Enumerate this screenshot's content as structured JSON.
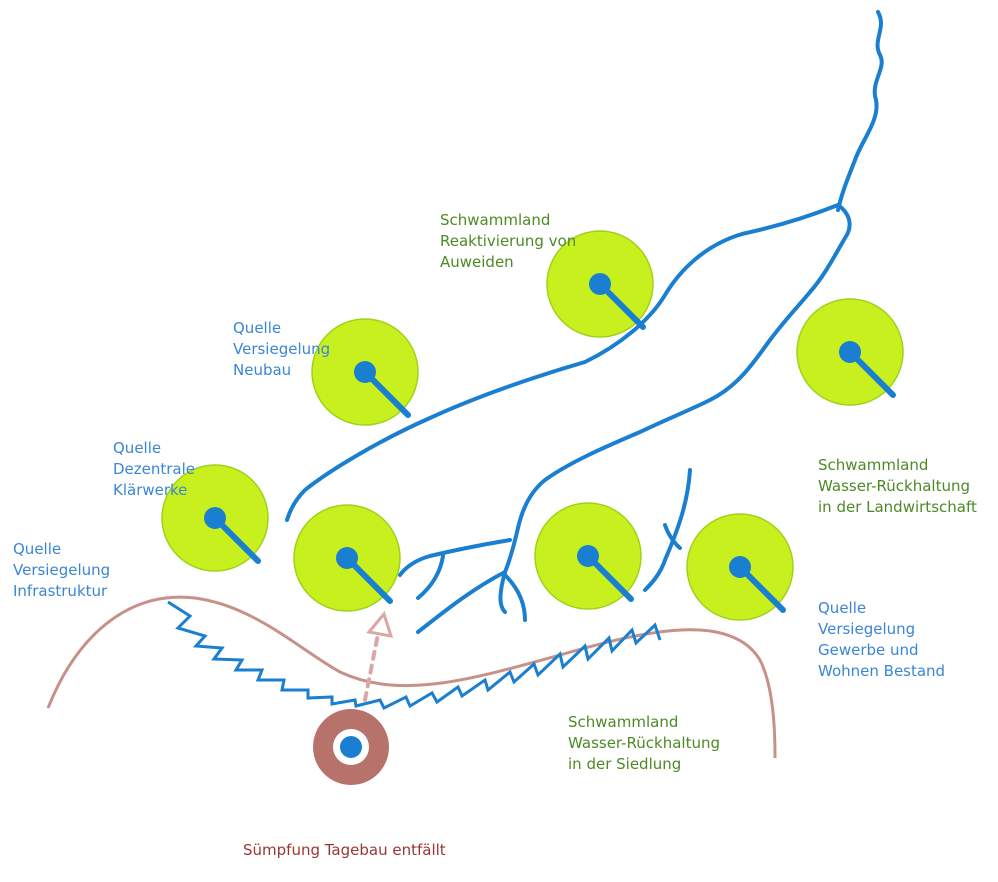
{
  "colors": {
    "river": "#1a7fd0",
    "node_fill": "#c8ef1e",
    "node_stroke": "#9fd21a",
    "node_center": "#1a7fd0",
    "source_text": "#3a86d6",
    "sponge_text": "#4d8a25",
    "terrain": "#c7918a",
    "pump_ring": "#b7726c",
    "pump_text": "#9a3535",
    "arrow": "#d9a8a4"
  },
  "labels": {
    "auweiden": [
      "Schwammland",
      "Reaktivierung von",
      "Auweiden"
    ],
    "neubau": [
      "Quelle",
      "Versiegelung",
      "Neubau"
    ],
    "klaerwerke": [
      "Quelle",
      "Dezentrale",
      "Klärwerke"
    ],
    "infrastruktur": [
      "Quelle",
      "Versiegelung",
      "Infrastruktur"
    ],
    "landwirtschaft": [
      "Schwammland",
      "Wasser-Rückhaltung",
      "in der Landwirtschaft"
    ],
    "gewerbe": [
      "Quelle",
      "Versiegelung",
      "Gewerbe und",
      "Wohnen Bestand"
    ],
    "siedlung": [
      "Schwammland",
      "Wasser-Rückhaltung",
      "in der Siedlung"
    ],
    "pump": "Sümpfung Tagebau entfällt"
  },
  "icons": {
    "node": "water-node-icon",
    "pump": "pump-station-icon"
  }
}
